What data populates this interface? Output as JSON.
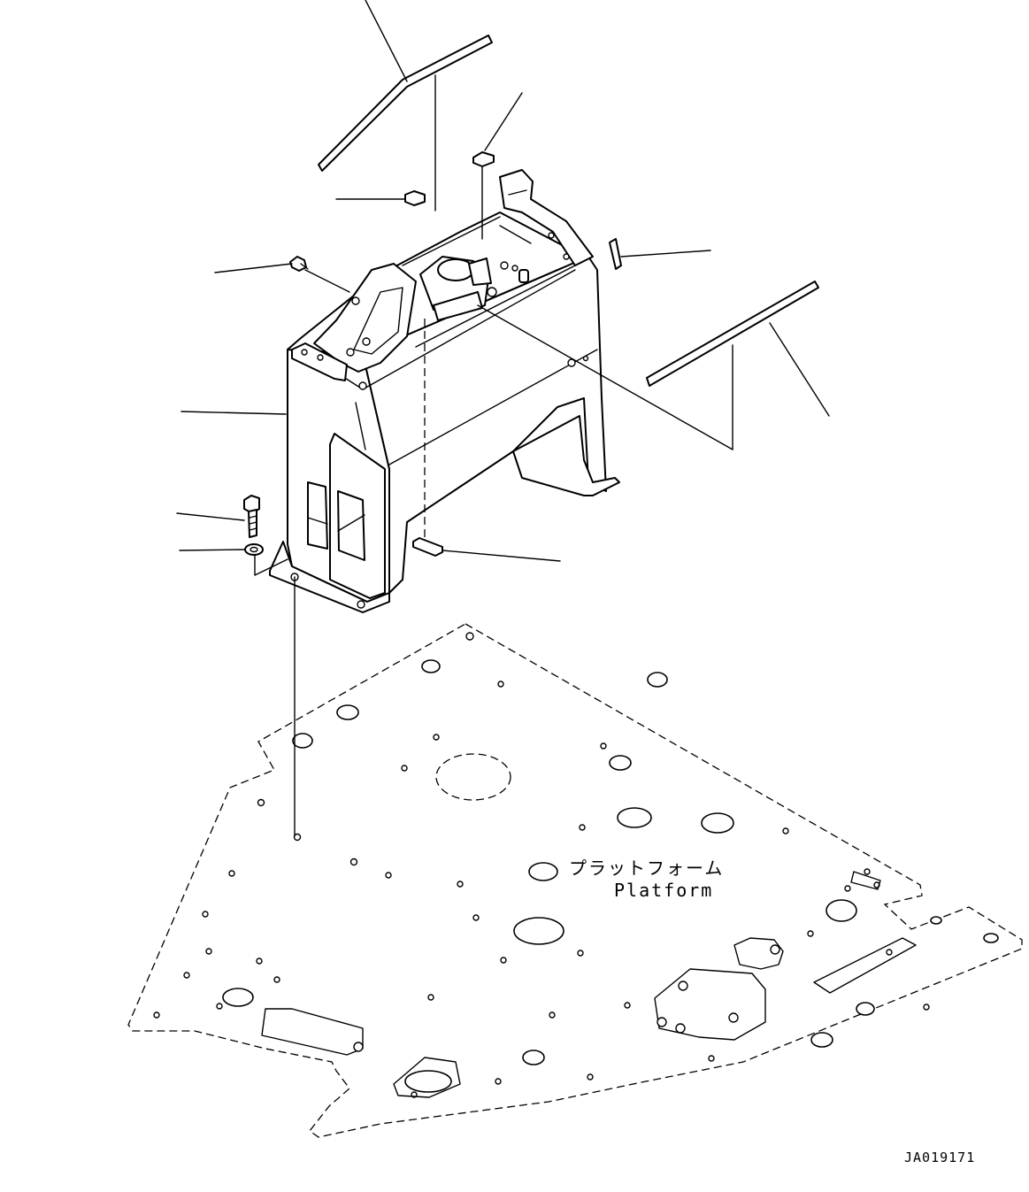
{
  "drawing": {
    "platform_label_jp": "プラットフォーム",
    "platform_label_en": "Platform",
    "drawing_code": "JA019171"
  }
}
